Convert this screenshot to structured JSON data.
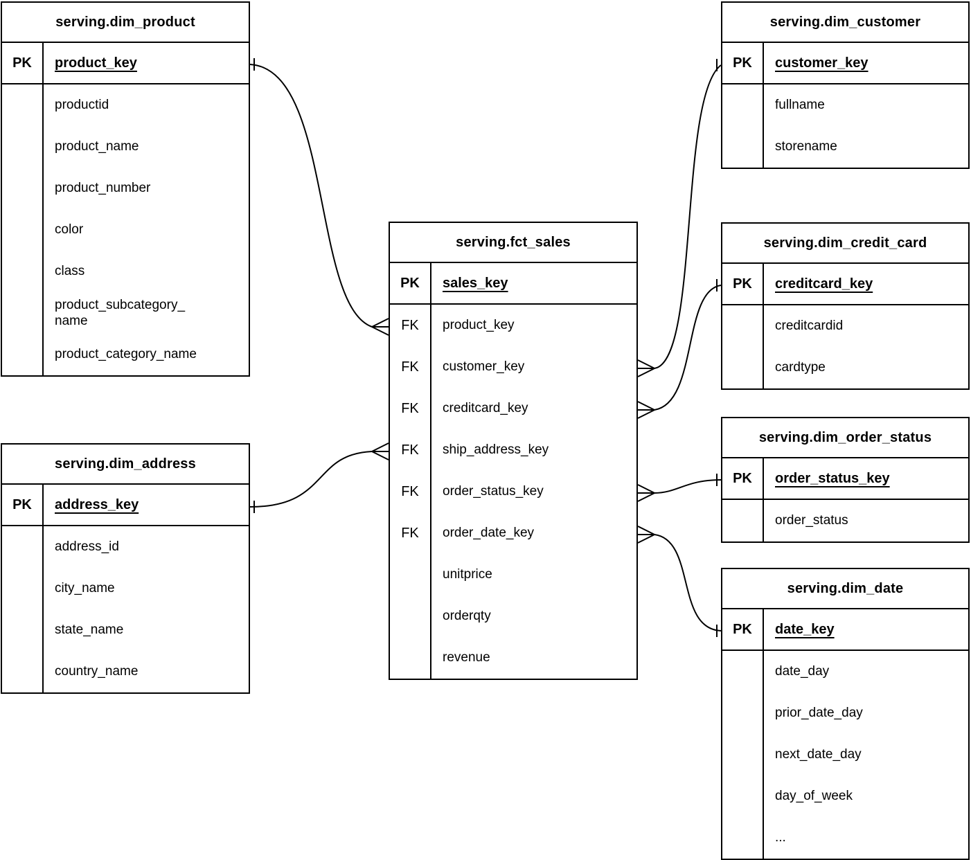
{
  "diagram_type": "entity-relationship-diagram",
  "tables": [
    {
      "name": "serving.dim_product",
      "pk_badge": "PK",
      "pk": "product_key",
      "fields": [
        {
          "badge": "",
          "name": "productid"
        },
        {
          "badge": "",
          "name": "product_name"
        },
        {
          "badge": "",
          "name": "product_number"
        },
        {
          "badge": "",
          "name": "color"
        },
        {
          "badge": "",
          "name": "class"
        },
        {
          "badge": "",
          "name": "product_subcategory_\nname"
        },
        {
          "badge": "",
          "name": "product_category_name"
        }
      ]
    },
    {
      "name": "serving.dim_address",
      "pk_badge": "PK",
      "pk": "address_key",
      "fields": [
        {
          "badge": "",
          "name": "address_id"
        },
        {
          "badge": "",
          "name": "city_name"
        },
        {
          "badge": "",
          "name": "state_name"
        },
        {
          "badge": "",
          "name": "country_name"
        }
      ]
    },
    {
      "name": "serving.fct_sales",
      "pk_badge": "PK",
      "pk": "sales_key",
      "fields": [
        {
          "badge": "FK",
          "name": "product_key"
        },
        {
          "badge": "FK",
          "name": "customer_key"
        },
        {
          "badge": "FK",
          "name": "creditcard_key"
        },
        {
          "badge": "FK",
          "name": "ship_address_key"
        },
        {
          "badge": "FK",
          "name": "order_status_key"
        },
        {
          "badge": "FK",
          "name": "order_date_key"
        },
        {
          "badge": "",
          "name": "unitprice"
        },
        {
          "badge": "",
          "name": "orderqty"
        },
        {
          "badge": "",
          "name": "revenue"
        }
      ]
    },
    {
      "name": "serving.dim_customer",
      "pk_badge": "PK",
      "pk": "customer_key",
      "fields": [
        {
          "badge": "",
          "name": "fullname"
        },
        {
          "badge": "",
          "name": "storename"
        }
      ]
    },
    {
      "name": "serving.dim_credit_card",
      "pk_badge": "PK",
      "pk": "creditcard_key",
      "fields": [
        {
          "badge": "",
          "name": "creditcardid"
        },
        {
          "badge": "",
          "name": "cardtype"
        }
      ]
    },
    {
      "name": "serving.dim_order_status",
      "pk_badge": "PK",
      "pk": "order_status_key",
      "fields": [
        {
          "badge": "",
          "name": "order_status"
        }
      ]
    },
    {
      "name": "serving.dim_date",
      "pk_badge": "PK",
      "pk": "date_key",
      "fields": [
        {
          "badge": "",
          "name": "date_day"
        },
        {
          "badge": "",
          "name": "prior_date_day"
        },
        {
          "badge": "",
          "name": "next_date_day"
        },
        {
          "badge": "",
          "name": "day_of_week"
        },
        {
          "badge": "",
          "name": "..."
        }
      ]
    }
  ],
  "relationships": [
    {
      "from_table": "serving.fct_sales",
      "from_column": "product_key",
      "to_table": "serving.dim_product",
      "to_column": "product_key",
      "fact_side": "many",
      "dim_side": "one"
    },
    {
      "from_table": "serving.fct_sales",
      "from_column": "ship_address_key",
      "to_table": "serving.dim_address",
      "to_column": "address_key",
      "fact_side": "many",
      "dim_side": "one"
    },
    {
      "from_table": "serving.fct_sales",
      "from_column": "customer_key",
      "to_table": "serving.dim_customer",
      "to_column": "customer_key",
      "fact_side": "many",
      "dim_side": "one"
    },
    {
      "from_table": "serving.fct_sales",
      "from_column": "creditcard_key",
      "to_table": "serving.dim_credit_card",
      "to_column": "creditcard_key",
      "fact_side": "many",
      "dim_side": "one"
    },
    {
      "from_table": "serving.fct_sales",
      "from_column": "order_status_key",
      "to_table": "serving.dim_order_status",
      "to_column": "order_status_key",
      "fact_side": "many",
      "dim_side": "one"
    },
    {
      "from_table": "serving.fct_sales",
      "from_column": "order_date_key",
      "to_table": "serving.dim_date",
      "to_column": "date_key",
      "fact_side": "many",
      "dim_side": "one"
    }
  ],
  "colors": {
    "line": "#000000",
    "background": "#ffffff",
    "text": "#000000"
  }
}
